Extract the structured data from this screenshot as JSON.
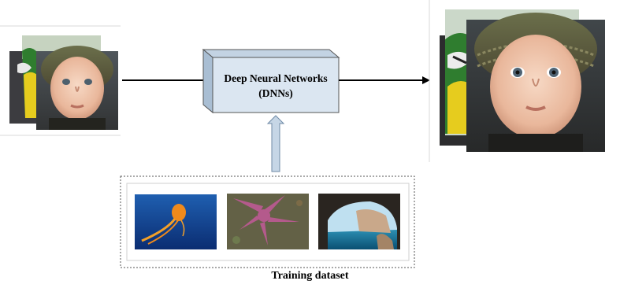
{
  "diagram": {
    "box_title_line1": "Deep Neural Networks",
    "box_title_line2": "(DNNs)",
    "training_caption": "Training dataset"
  },
  "colors": {
    "box_front": "#dbe6f1",
    "box_top": "#c3d3e3",
    "box_side": "#a9bed3",
    "box_stroke": "#555555",
    "up_arrow_fill": "#c6d6e6",
    "up_arrow_stroke": "#6f8aa6"
  },
  "images": {
    "input": "low-resolution child portrait stack",
    "output": "high-resolution child portrait stack",
    "training": [
      "jellyfish",
      "starfish",
      "sea-cave"
    ]
  }
}
